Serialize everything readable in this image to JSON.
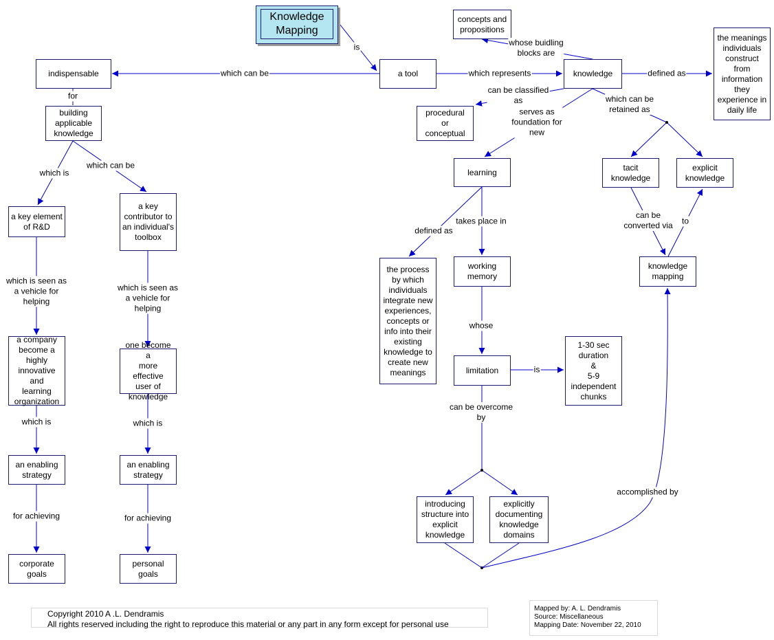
{
  "root": {
    "title": "Knowledge\nMapping"
  },
  "nodes": {
    "tool": "a tool",
    "concepts": "concepts and\npropositions",
    "knowledge": "knowledge",
    "meanings": "the meanings\nindividuals\nconstruct from\ninformation\nthey\nexperience in\ndaily life",
    "indispensable": "indispensable",
    "building": "building\napplicable\nknowledge",
    "keyElement": "a key element\nof R&D",
    "keyContributor": "a key\ncontributor to\nan individual's\ntoolbox",
    "company": "a company\nbecome a\nhighly\ninnovative and\nlearning\norganization",
    "moreEffective": "one become a\nmore effective\nuser of\nknowledge",
    "enabling1": "an enabling\nstrategy",
    "enabling2": "an enabling\nstrategy",
    "corporate": "corporate\ngoals",
    "personal": "personal\ngoals",
    "procedural": "procedural\nor\nconceptual",
    "learning": "learning",
    "process": "the process\nby which\nindividuals\nintegrate new\nexperiences,\nconcepts or\ninfo into their\nexisting\nknowledge to\ncreate new\nmeanings",
    "working": "working\nmemory",
    "limitation": "limitation",
    "duration": "1-30 sec\nduration\n&\n5-9\nindependent\nchunks",
    "introducing": "introducing\nstructure into\nexplicit\nknowledge",
    "documenting": "explicitly\ndocumenting\nknowledge\ndomains",
    "tacit": "tacit\nknowledge",
    "explicit": "explicit\nknowledge",
    "kmapping": "knowledge\nmapping"
  },
  "links": {
    "is": "is",
    "whichCanBe": "which can be",
    "whichRepresents": "which represents",
    "buildingBlocks": "whose buidling\nblocks are",
    "definedAs": "defined as",
    "for": "for",
    "whichIs1": "which is",
    "whichCanBe2": "which can be",
    "seenAs1": "which is seen as\na vehicle for\nhelping",
    "seenAs2": "which is seen as\na vehicle for\nhelping",
    "whichIs2": "which is",
    "whichIs3": "which is",
    "forAchieving1": "for achieving",
    "forAchieving2": "for achieving",
    "classified": "can be classified\nas",
    "foundation": "serves as\nfoundation for\nnew",
    "retained": "which can be\nretained as",
    "definedAs2": "defined as",
    "takesPlace": "takes place in",
    "whose": "whose",
    "isLimit": "is",
    "overcome": "can be overcome\nby",
    "converted": "can be\nconverted via",
    "to": "to",
    "accomplished": "accomplished by"
  },
  "footer": {
    "copyright": "Copyright 2010  A .L. Dendramis\nAll rights reserved including the right to reproduce this material or any part in any form except for personal use",
    "meta": "Mapped by:  A. L. Dendramis\nSource:  Miscellaneous\nMapping Date:  November 22, 2010"
  },
  "colors": {
    "line": "#0000cc",
    "rootFill": "#b4e6f2",
    "border": "#1a1a6e"
  }
}
